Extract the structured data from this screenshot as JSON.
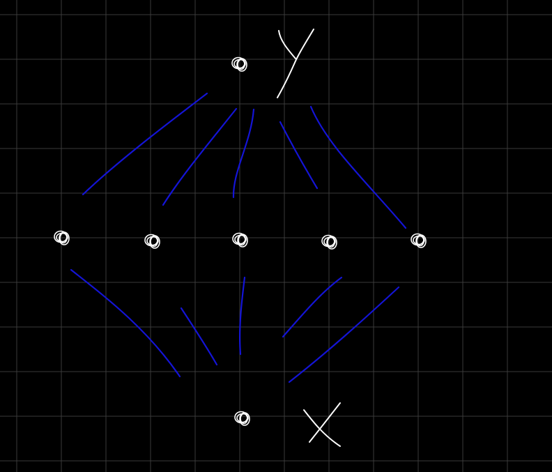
{
  "diagram": {
    "background_color": "#000000",
    "grid_color": "#3a3a3a",
    "node_color": "#ffffff",
    "edge_color": "#1414d6",
    "nodes": [
      {
        "id": "top"
      },
      {
        "id": "mid-1"
      },
      {
        "id": "mid-2"
      },
      {
        "id": "mid-3"
      },
      {
        "id": "mid-4"
      },
      {
        "id": "mid-5"
      },
      {
        "id": "bottom"
      }
    ],
    "edges": [
      {
        "from": "top",
        "to": "mid-1"
      },
      {
        "from": "top",
        "to": "mid-2"
      },
      {
        "from": "top",
        "to": "mid-3"
      },
      {
        "from": "top",
        "to": "mid-4"
      },
      {
        "from": "top",
        "to": "mid-5"
      },
      {
        "from": "mid-1",
        "to": "bottom"
      },
      {
        "from": "mid-2",
        "to": "bottom"
      },
      {
        "from": "mid-3",
        "to": "bottom"
      },
      {
        "from": "mid-4",
        "to": "bottom"
      },
      {
        "from": "mid-5",
        "to": "bottom"
      }
    ],
    "labels": {
      "top": "Y",
      "bottom": "X"
    }
  }
}
